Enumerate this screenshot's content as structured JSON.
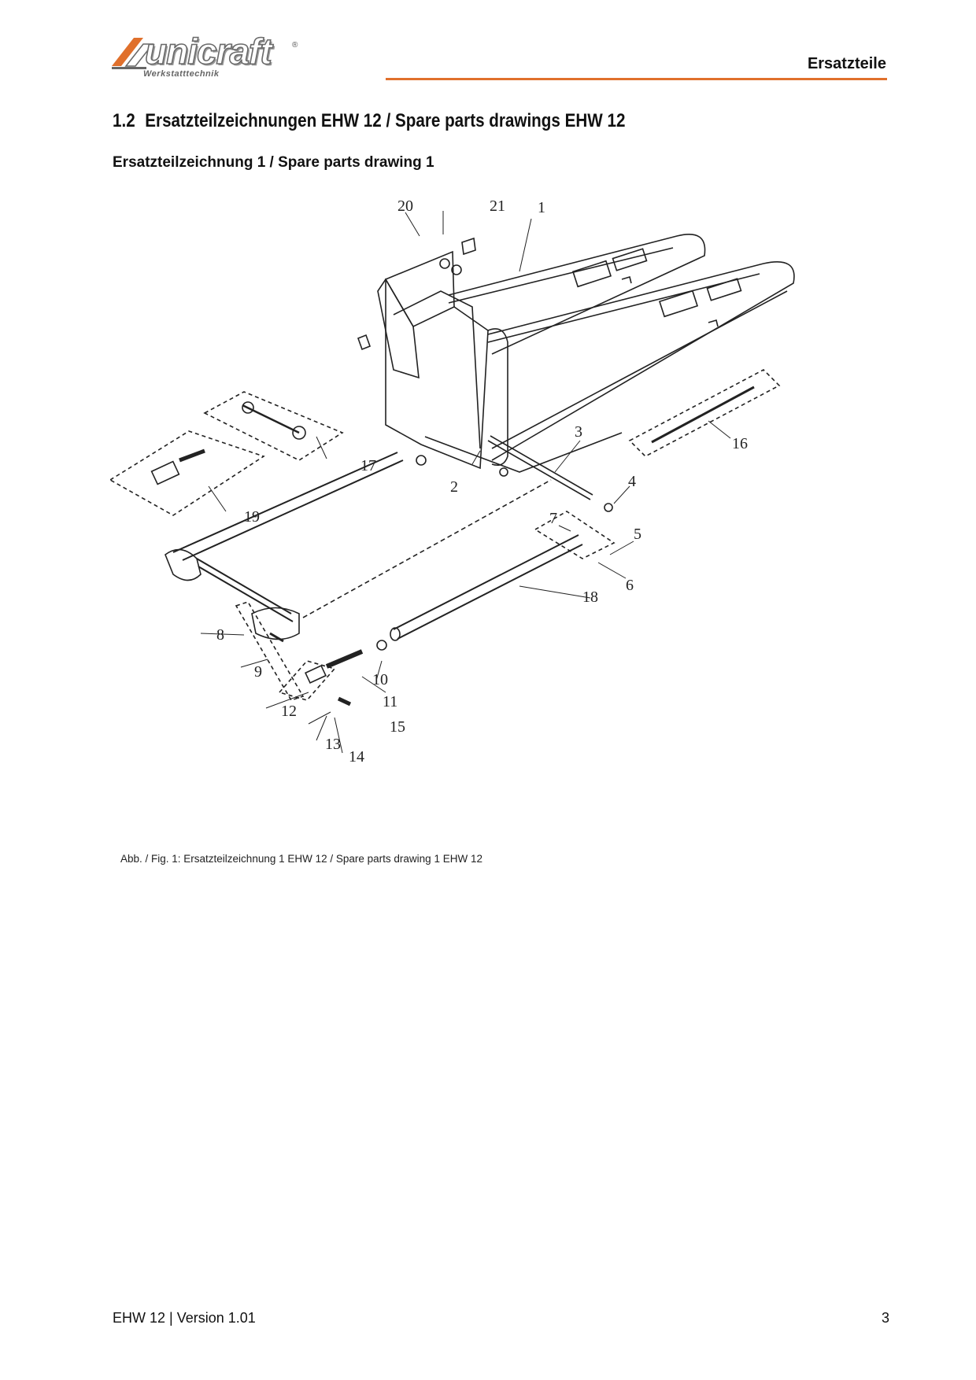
{
  "header": {
    "logo_text": "unicraft",
    "logo_subtext": "Werkstatttechnik",
    "title": "Ersatzteile",
    "accent_color": "#e0702c"
  },
  "section": {
    "number": "1.2",
    "title": "Ersatzteilzeichnungen EHW 12 / Spare parts drawings EHW 12"
  },
  "subsection": {
    "title": "Ersatzteilzeichnung 1 / Spare parts drawing 1"
  },
  "drawing": {
    "part_numbers": [
      "1",
      "2",
      "3",
      "4",
      "5",
      "6",
      "7",
      "8",
      "9",
      "10",
      "11",
      "12",
      "13",
      "14",
      "15",
      "16",
      "17",
      "18",
      "19",
      "20",
      "21"
    ]
  },
  "caption": "Abb. / Fig. 1: Ersatzteilzeichnung 1 EHW 12 / Spare parts drawing 1 EHW 12",
  "footer": {
    "doc": "EHW 12 | Version 1.01",
    "page": "3"
  }
}
